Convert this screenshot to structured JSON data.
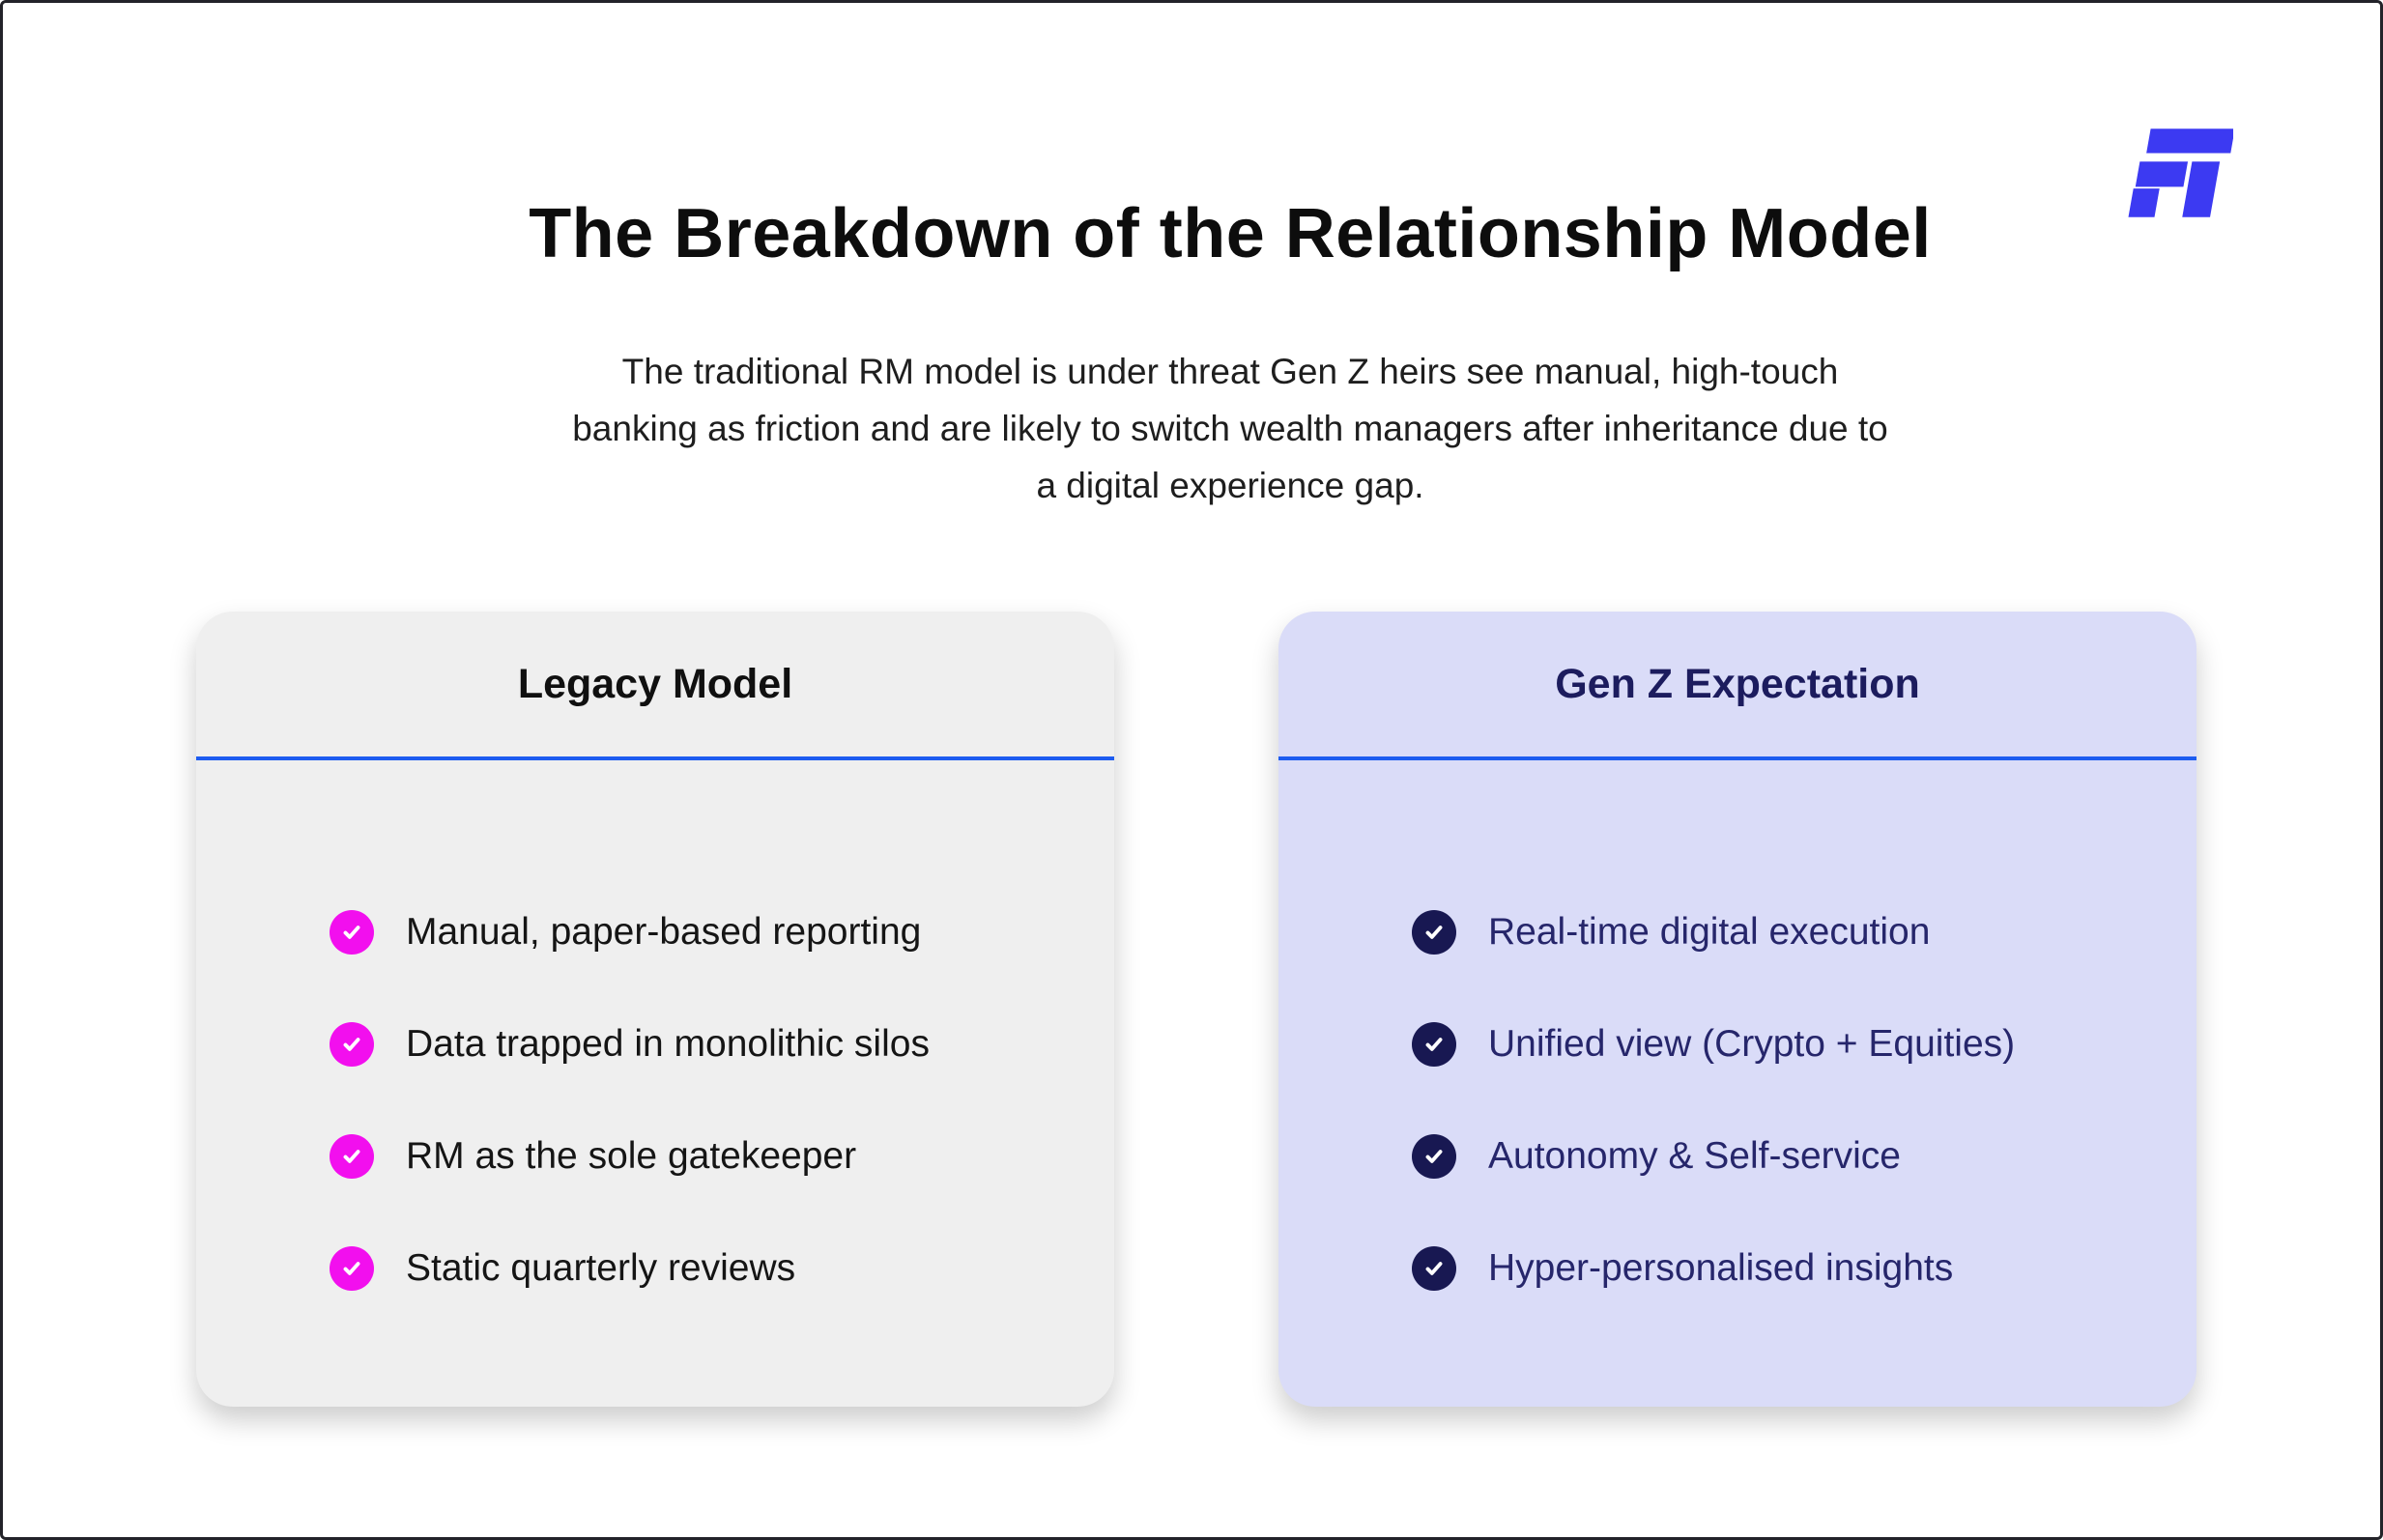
{
  "header": {
    "title": "The Breakdown of the Relationship Model",
    "subtitle_line1": "The traditional RM model is under threat Gen Z heirs see manual, high-touch",
    "subtitle_line2": "banking as friction and are likely to switch wealth managers after inheritance due to",
    "subtitle_line3": "a digital experience gap."
  },
  "logo": {
    "name": "FT monogram",
    "color": "#3c3af2"
  },
  "colors": {
    "accent_rule": "#1d5cf0",
    "legacy_card_bg": "#efefef",
    "genz_card_bg": "#dadcf8",
    "legacy_bullet": "#f20fee",
    "genz_bullet": "#181852",
    "genz_text": "#26266b"
  },
  "cards": [
    {
      "title": "Legacy Model",
      "items": [
        "Manual, paper-based reporting",
        "Data trapped in monolithic silos",
        "RM as the sole gatekeeper",
        "Static quarterly reviews"
      ]
    },
    {
      "title": "Gen Z Expectation",
      "items": [
        "Real-time digital execution",
        "Unified view (Crypto + Equities)",
        "Autonomy & Self-service",
        "Hyper-personalised insights"
      ]
    }
  ]
}
